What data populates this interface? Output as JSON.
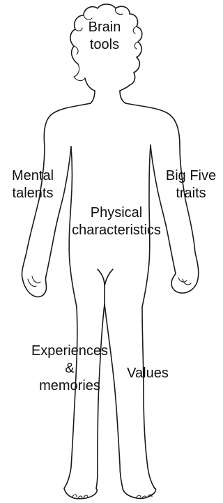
{
  "labels": {
    "brain": [
      "Brain",
      "tools"
    ],
    "mental": [
      "Mental",
      "talents"
    ],
    "big_five": [
      "Big Five",
      "traits"
    ],
    "physical": [
      "Physical",
      "characteristics"
    ],
    "experiences": [
      "Experiences",
      "&",
      "memories"
    ],
    "values": [
      "Values"
    ]
  }
}
